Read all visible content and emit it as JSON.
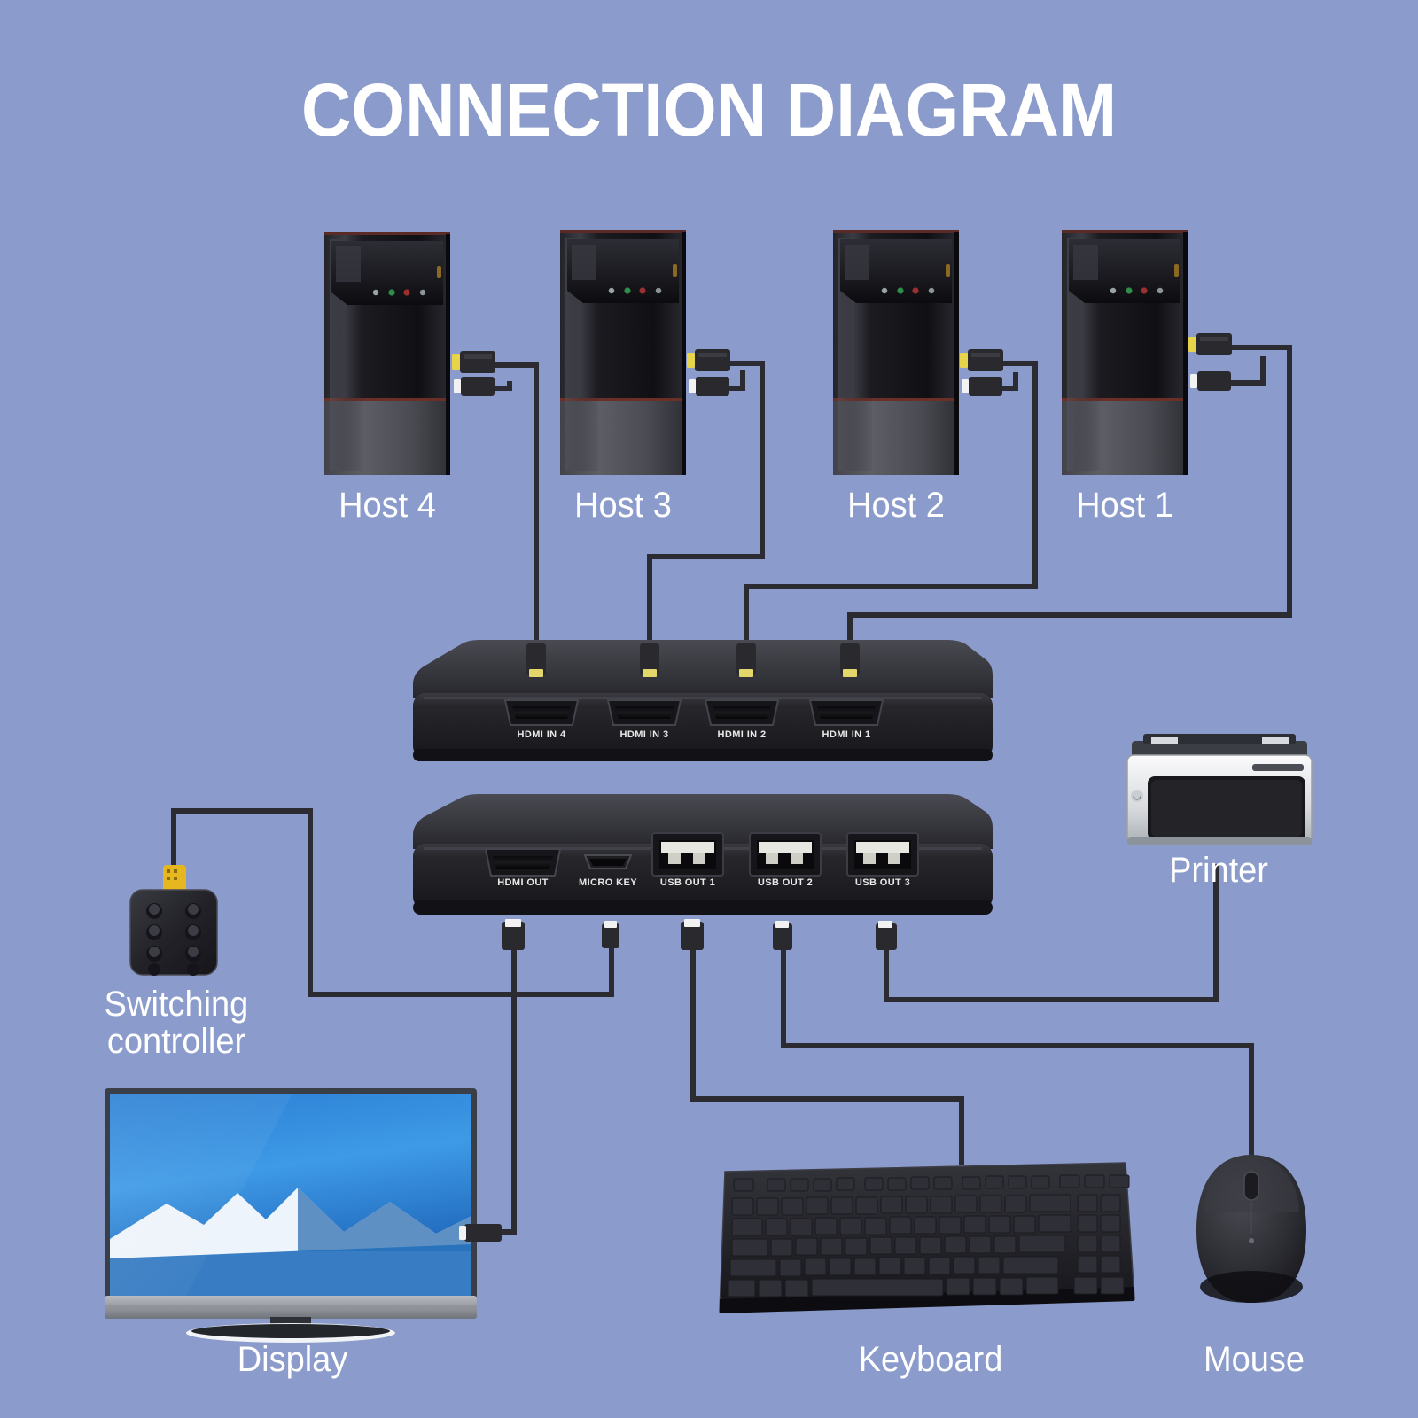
{
  "page": {
    "title": "CONNECTION DIAGRAM",
    "background_color": "#8b9bcb",
    "title_color": "#ffffff",
    "label_color": "#ffffff",
    "cable_color": "#2b2b31"
  },
  "hosts": [
    {
      "label": "Host 4",
      "icon": "pc-tower-icon"
    },
    {
      "label": "Host 3",
      "icon": "pc-tower-icon"
    },
    {
      "label": "Host 2",
      "icon": "pc-tower-icon"
    },
    {
      "label": "Host 1",
      "icon": "pc-tower-icon"
    }
  ],
  "switch_top": {
    "device_name": "hdmi-kvm-switch-rear",
    "ports": [
      {
        "label": "HDMI IN 4",
        "type": "hdmi"
      },
      {
        "label": "HDMI IN 3",
        "type": "hdmi"
      },
      {
        "label": "HDMI IN 2",
        "type": "hdmi"
      },
      {
        "label": "HDMI IN 1",
        "type": "hdmi"
      }
    ]
  },
  "switch_bottom": {
    "device_name": "hdmi-kvm-switch-front",
    "ports": [
      {
        "label": "HDMI OUT",
        "type": "hdmi"
      },
      {
        "label": "MICRO KEY",
        "type": "micro-usb"
      },
      {
        "label": "USB OUT 1",
        "type": "usb"
      },
      {
        "label": "USB OUT 2",
        "type": "usb"
      },
      {
        "label": "USB OUT 3",
        "type": "usb"
      }
    ]
  },
  "peripherals": {
    "switching_controller": {
      "label_line1": "Switching",
      "label_line2": "controller",
      "icon": "switching-controller-icon",
      "buttons": 8
    },
    "display": {
      "label": "Display",
      "icon": "monitor-icon"
    },
    "keyboard": {
      "label": "Keyboard",
      "icon": "keyboard-icon"
    },
    "mouse": {
      "label": "Mouse",
      "icon": "mouse-icon"
    },
    "printer": {
      "label": "Printer",
      "icon": "printer-icon"
    }
  },
  "connector_colors": {
    "hdmi_tip": "#e8d44a",
    "usb_tip": "#f2f2f2",
    "body": "#2a2a2e",
    "controller_plug": "#e6b71e"
  }
}
